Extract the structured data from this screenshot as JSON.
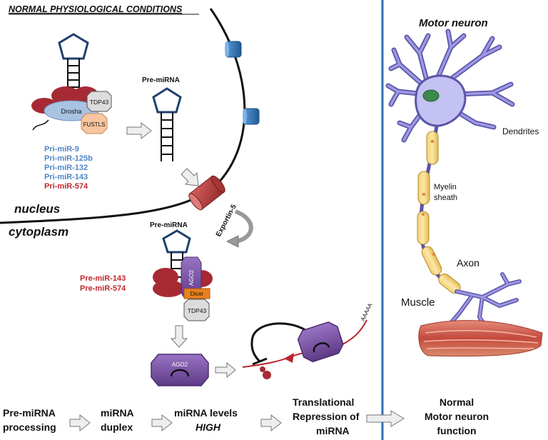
{
  "header": {
    "title": "NORMAL PHYSIOLOGICAL CONDITIONS",
    "motor_neuron": "Motor neuron"
  },
  "compartments": {
    "nucleus": "nucleus",
    "cytoplasm": "cytoplasm"
  },
  "proteins": {
    "drosha": "Drosha",
    "tdp43": "TDP43",
    "fus": "FUSTLS",
    "exportin": "Exportin-5",
    "ago2": "AGO2",
    "dicer": "Dicer",
    "tdp43_cyto": "TDP43",
    "ago2_complex": "AGO2"
  },
  "labels": {
    "pre_mirna_nuc": "Pre-miRNA",
    "pre_mirna_cyto": "Pre-miRNA",
    "polya": "AAAAA"
  },
  "pri_mirnas": [
    "Pri-miR-9",
    "Pri-miR-125b",
    "Pri-miR-132",
    "Pri-miR-143",
    "Pri-miR-574"
  ],
  "pre_mirs": [
    "Pre-miR-143",
    "Pre-miR-574"
  ],
  "neuron": {
    "dendrites": "Dendrites",
    "myelin_line1": "Myelin",
    "myelin_line2": "sheath",
    "axon": "Axon",
    "muscle": "Muscle"
  },
  "flow": {
    "step1_line1": "Pre-miRNA",
    "step1_line2": "processing",
    "step2_line1": "miRNA",
    "step2_line2": "duplex",
    "step3_line1": "miRNA levels",
    "step3_line2": "HIGH",
    "step4_line1": "Translational",
    "step4_line2": "Repression of",
    "step4_line3": "miRNA",
    "step5_line1": "Normal",
    "step5_line2": "Motor neuron",
    "step5_line3": "function"
  },
  "colors": {
    "pri_blue": "#4f86c6",
    "pri_red": "#c0272d",
    "divider": "#2e6fb5",
    "exportin": "#b83c3c",
    "ago2": "#7b52a6",
    "dicer": "#e8821e",
    "drosha": "#a9c3e3",
    "fus": "#f7c59f",
    "pore": "#2f6fb0"
  }
}
